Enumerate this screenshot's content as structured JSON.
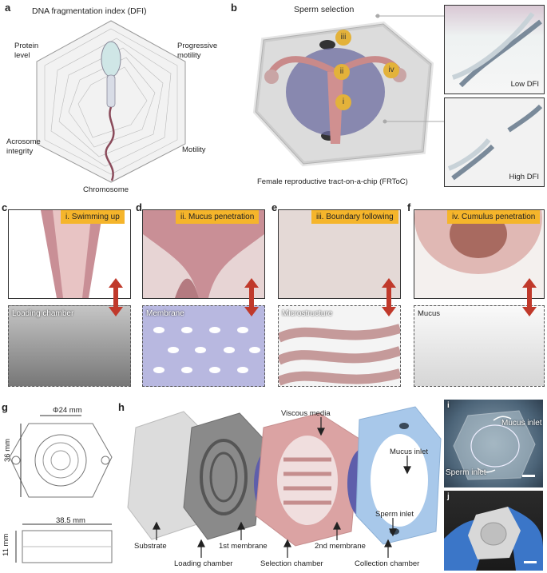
{
  "panel_labels": [
    "a",
    "b",
    "c",
    "d",
    "e",
    "f",
    "g",
    "h",
    "i",
    "j"
  ],
  "a": {
    "title": "DNA fragmentation index (DFI)",
    "protein": "Protein\nlevel",
    "progressive": "Progressive\nmotility",
    "acrosome": "Acrosome\nintegrity",
    "motility": "Motility",
    "chromosome": "Chromosome"
  },
  "b": {
    "title": "Sperm selection",
    "caption": "Female reproductive tract-on-a-chip (FRToC)",
    "markers": [
      "i",
      "ii",
      "iii",
      "iv"
    ],
    "low": "Low DFI",
    "high": "High DFI"
  },
  "c": {
    "banner": "i. Swimming up",
    "bottom": "Loading chamber"
  },
  "d": {
    "banner": "ii. Mucus penetration",
    "bottom": "Membrane"
  },
  "e": {
    "banner": "iii. Boundary following",
    "bottom": "Microstructure"
  },
  "f": {
    "banner": "iv. Cumulus penetration",
    "bottom": "Mucus"
  },
  "g": {
    "diameter": "Φ24 mm",
    "height": "36 mm",
    "width": "38.5 mm",
    "thickness": "11 mm"
  },
  "h": {
    "viscous": "Viscous media",
    "mucus_inlet": "Mucus inlet",
    "sperm_inlet": "Sperm inlet",
    "substrate": "Substrate",
    "loading": "Loading chamber",
    "membrane1": "1st  membrane",
    "selection": "Selection chamber",
    "membrane2": "2nd membrane",
    "collection": "Collection chamber"
  },
  "i": {
    "mucus_inlet": "Mucus inlet",
    "sperm_inlet": "Sperm inlet"
  },
  "colors": {
    "banner": "#f5b52b",
    "accent_red": "#c0392b",
    "pink": "#d9a0a0",
    "blue": "#a8c8ea",
    "membrane": "#6a6ab0"
  }
}
